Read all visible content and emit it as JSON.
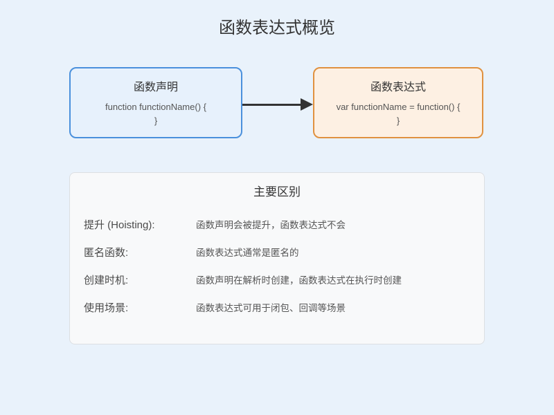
{
  "page": {
    "title": "函数表达式概览"
  },
  "nodes": {
    "declaration": {
      "title": "函数声明",
      "code_line1": "function functionName() {",
      "code_line2": "}",
      "fill_color": "#e7f1fc",
      "border_color": "#4a90dc"
    },
    "expression": {
      "title": "函数表达式",
      "code_line1": "var functionName = function() {",
      "code_line2": "}",
      "fill_color": "#fdf0e3",
      "border_color": "#e0913f"
    }
  },
  "arrow": {
    "direction": "left-to-right",
    "color": "#333333"
  },
  "comparison": {
    "title": "主要区别",
    "rows": [
      {
        "label": "提升 (Hoisting):",
        "value": "函数声明会被提升，函数表达式不会"
      },
      {
        "label": "匿名函数:",
        "value": "函数表达式通常是匿名的"
      },
      {
        "label": "创建时机:",
        "value": "函数声明在解析时创建，函数表达式在执行时创建"
      },
      {
        "label": "使用场景:",
        "value": "函数表达式可用于闭包、回调等场景"
      }
    ]
  },
  "colors": {
    "page_background": "#e9f2fb",
    "panel_background": "#f8f9fa",
    "panel_border": "#dcdfe2",
    "heading_text": "#333333",
    "body_text": "#555555"
  }
}
